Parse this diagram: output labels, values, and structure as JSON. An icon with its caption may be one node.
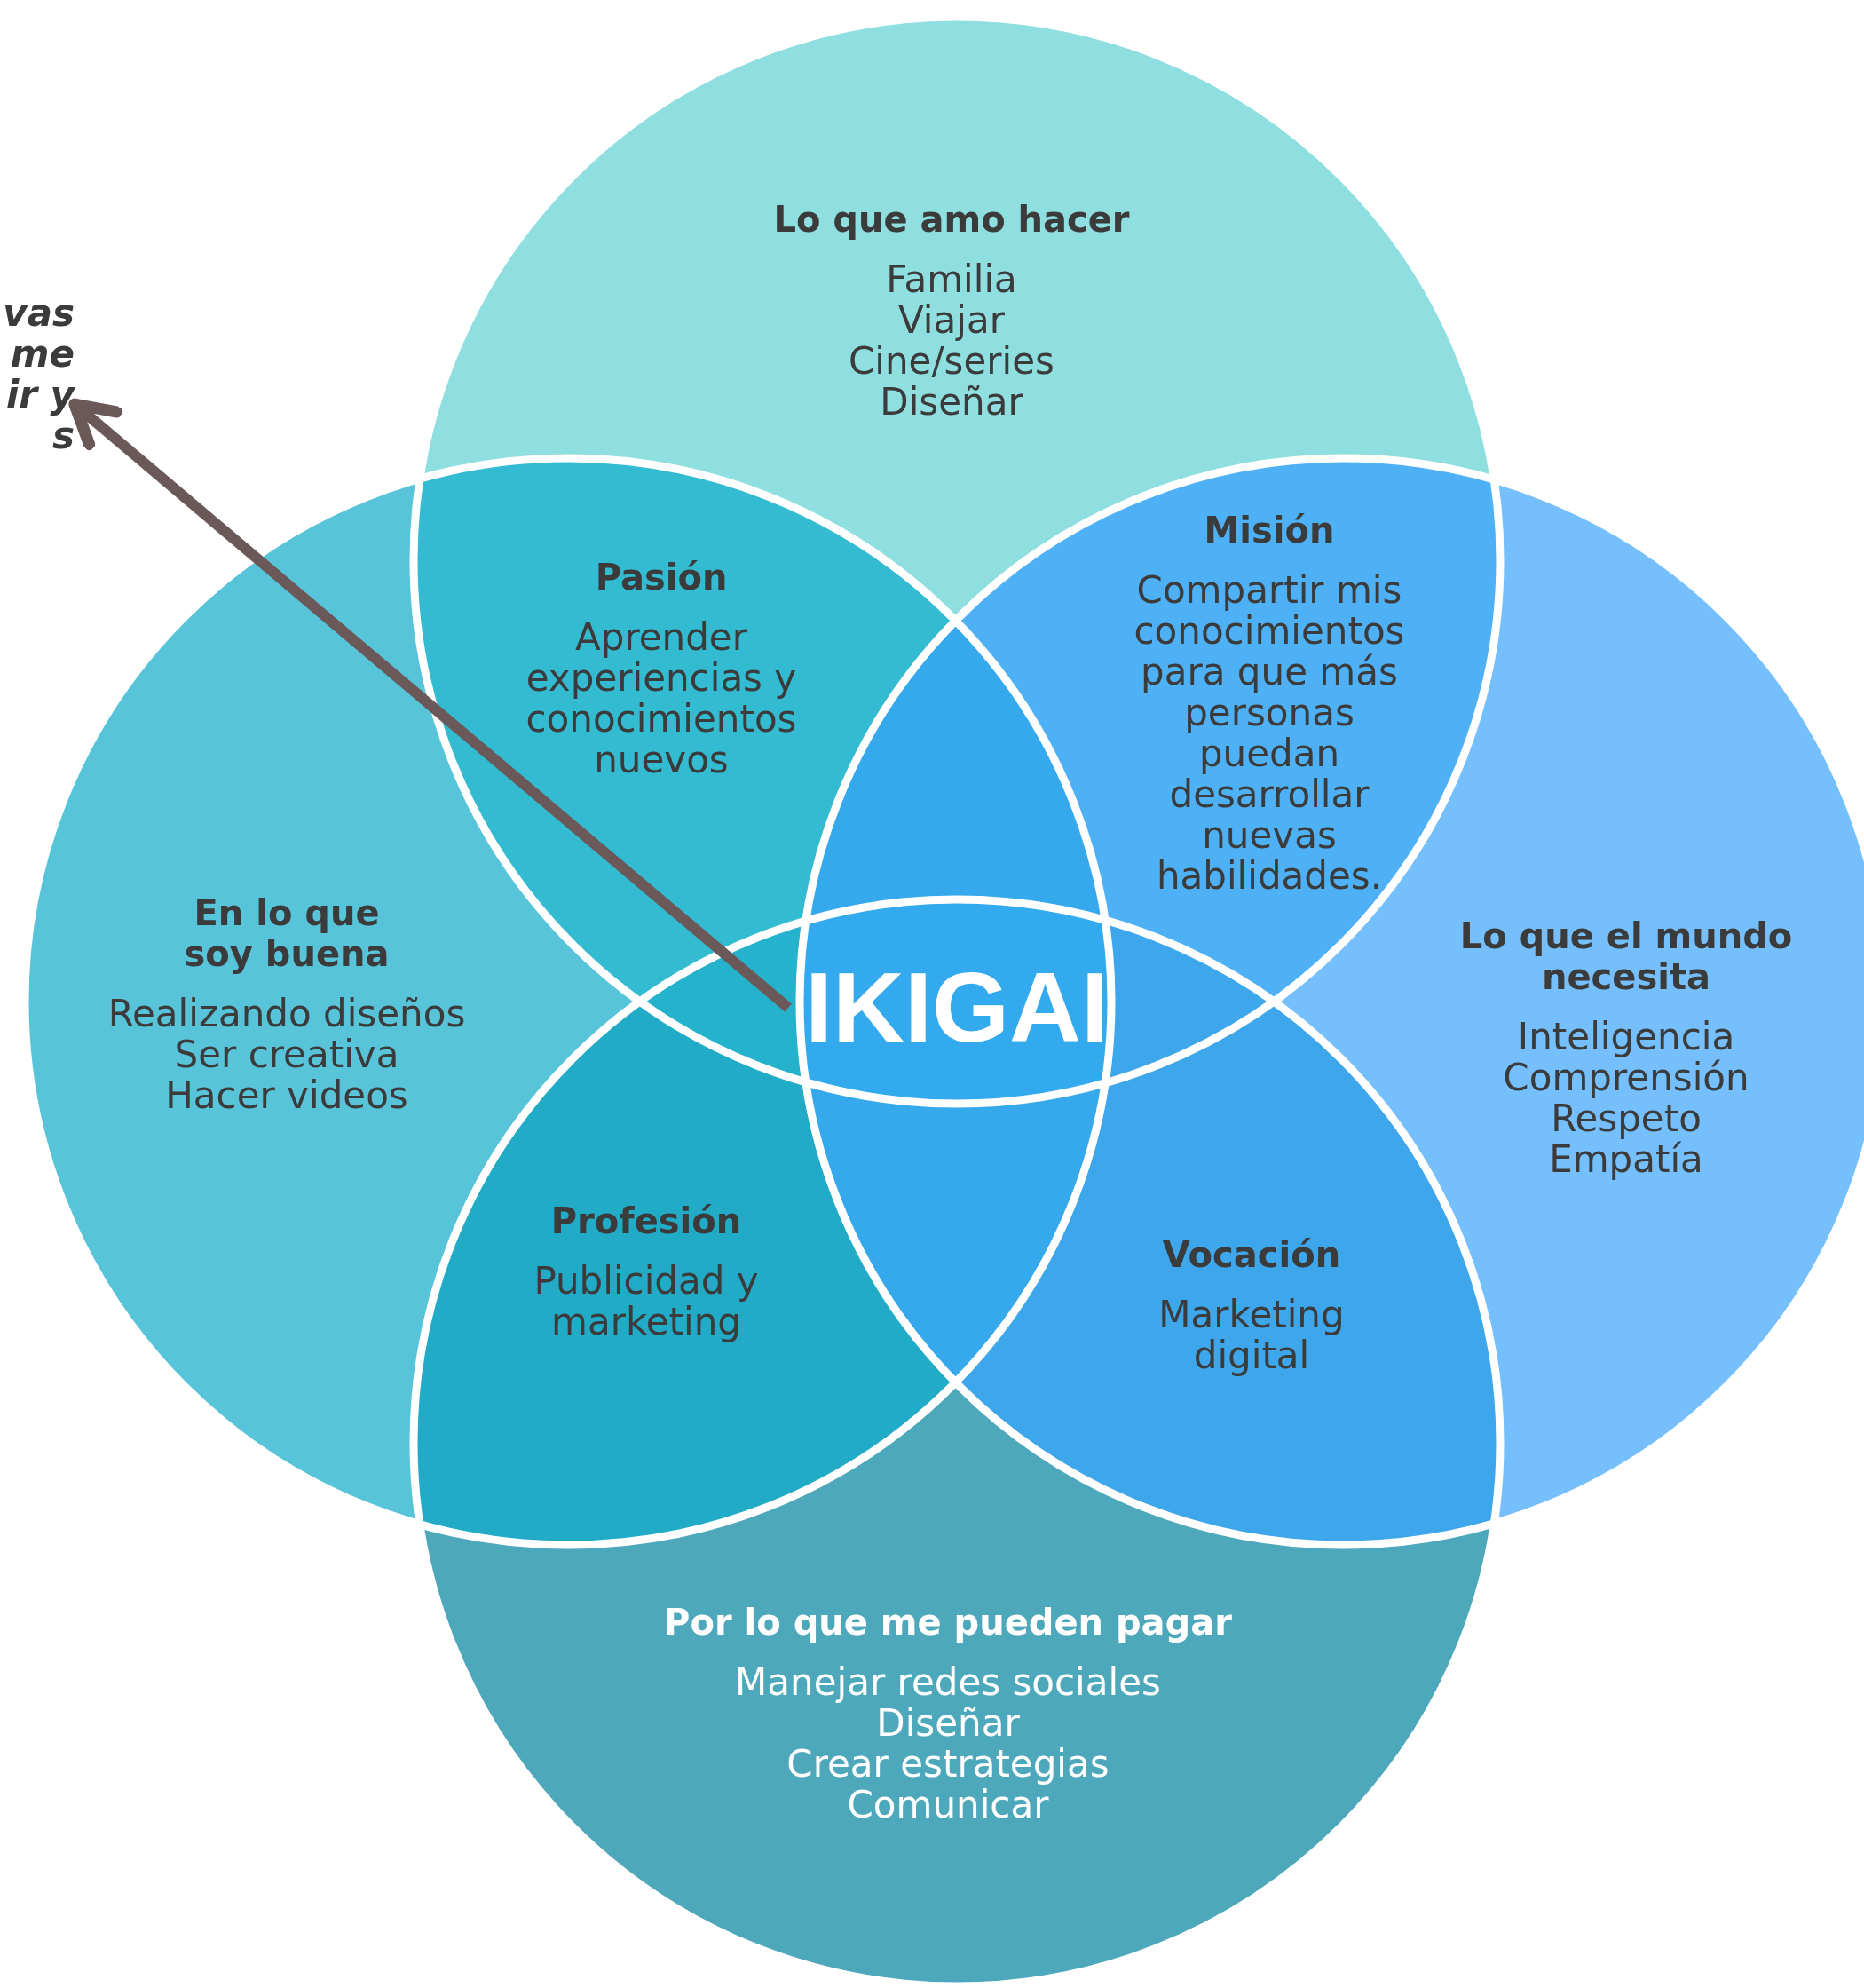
{
  "diagram": {
    "nodes": [
      {
        "text": [
          "Lo que amo hacer",
          "Familia",
          "Viajar",
          "Cine/series",
          "Diseñar"
        ]
      },
      {
        "text": [
          "vas me ir y s"
        ]
      },
      {
        "text": [
          "Pasión",
          "Aprender experiencias y conocimientos nuevos"
        ]
      },
      {
        "text": [
          "Misión",
          "Compartir mis conocimientos para que más personas puedan desarrollar nuevas habilidades."
        ]
      },
      {
        "text": [
          "En lo que soy buena",
          "Realizando diseños",
          "Ser creativa",
          "Hacer videos"
        ]
      },
      {
        "text": [
          "Lo que el mundo necesita",
          "Inteligencia",
          "Comprensión",
          "Respeto",
          "Empatía"
        ]
      },
      {
        "text": [
          "IKIGAI"
        ]
      },
      {
        "text": [
          "Profesión",
          "Publicidad y marketing"
        ]
      },
      {
        "text": [
          "Vocación",
          "Marketing digital"
        ]
      },
      {
        "text": [
          "Por lo que me pueden pagar",
          "Manejar redes sociales",
          "Diseñar",
          "Crear estrategias",
          "Comunicar"
        ]
      }
    ],
    "edges": [
      {
        "from": 6,
        "to": 1,
        "arrow": "to"
      }
    ]
  }
}
